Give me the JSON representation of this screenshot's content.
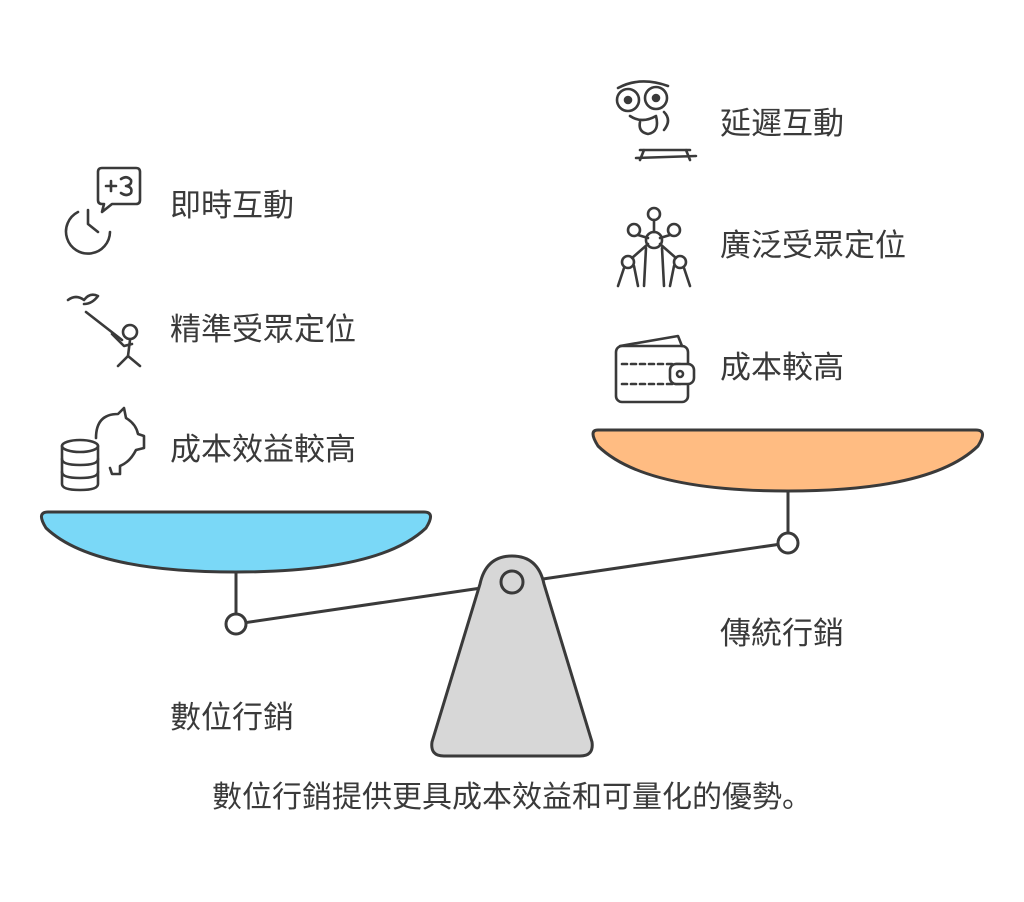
{
  "left": {
    "title": "數位行銷",
    "color": "#7ad8f7",
    "items": [
      {
        "label": "即時互動",
        "icon": "chat-timer-icon"
      },
      {
        "label": "精準受眾定位",
        "icon": "archer-target-icon"
      },
      {
        "label": "成本效益較高",
        "icon": "piggy-bank-coins-icon"
      }
    ]
  },
  "right": {
    "title": "傳統行銷",
    "color": "#ffbc82",
    "items": [
      {
        "label": "延遲互動",
        "icon": "tired-face-icon"
      },
      {
        "label": "廣泛受眾定位",
        "icon": "atomium-icon"
      },
      {
        "label": "成本較高",
        "icon": "wallet-icon"
      }
    ]
  },
  "caption": "數位行銷提供更具成本效益和可量化的優勢。",
  "colors": {
    "stroke": "#3a3a3a",
    "fulcrum": "#d7d7d7"
  }
}
